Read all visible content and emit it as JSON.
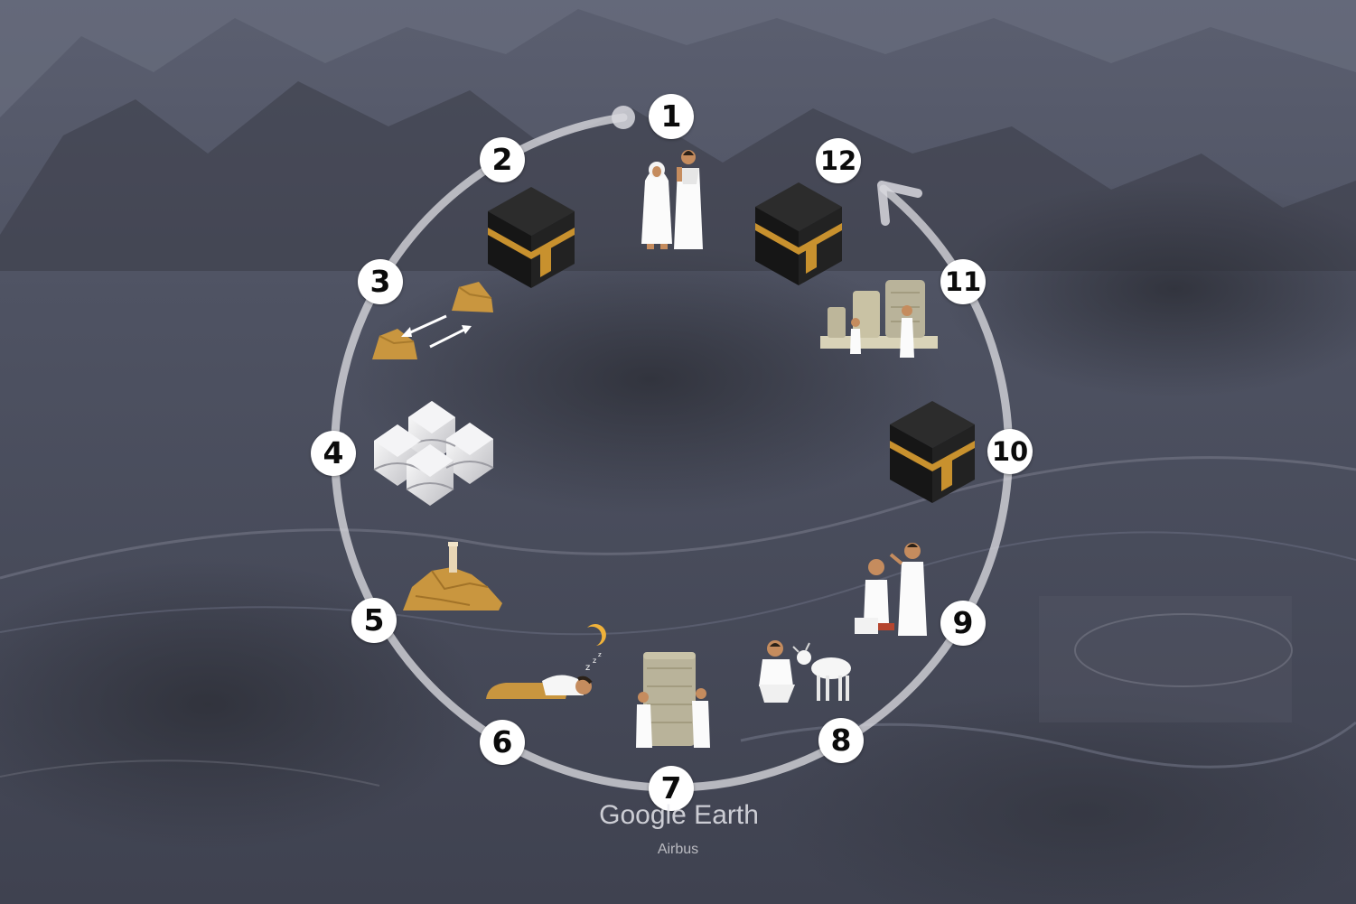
{
  "steps": [
    {
      "n": "1",
      "icon": "pilgrims-in-ihram-icon"
    },
    {
      "n": "2",
      "icon": "kaaba-icon"
    },
    {
      "n": "3",
      "icon": "safa-marwa-rocks-icon"
    },
    {
      "n": "4",
      "icon": "mina-tents-icon"
    },
    {
      "n": "5",
      "icon": "mount-arafat-icon"
    },
    {
      "n": "6",
      "icon": "sleeping-pilgrim-moon-icon"
    },
    {
      "n": "7",
      "icon": "jamarat-pillar-icon"
    },
    {
      "n": "8",
      "icon": "pilgrim-with-goat-icon"
    },
    {
      "n": "9",
      "icon": "hair-shaving-icon"
    },
    {
      "n": "10",
      "icon": "kaaba-icon"
    },
    {
      "n": "11",
      "icon": "jamarat-walls-icon"
    },
    {
      "n": "12",
      "icon": "kaaba-icon"
    }
  ],
  "watermark": {
    "brand": "Google Earth",
    "credit": "Airbus"
  },
  "colors": {
    "cycle_ring": "#d8d8de",
    "kaaba_black": "#1c1c1c",
    "kaaba_gold": "#c8912e",
    "rock": "#c9963f",
    "badge": "#ffffff"
  }
}
